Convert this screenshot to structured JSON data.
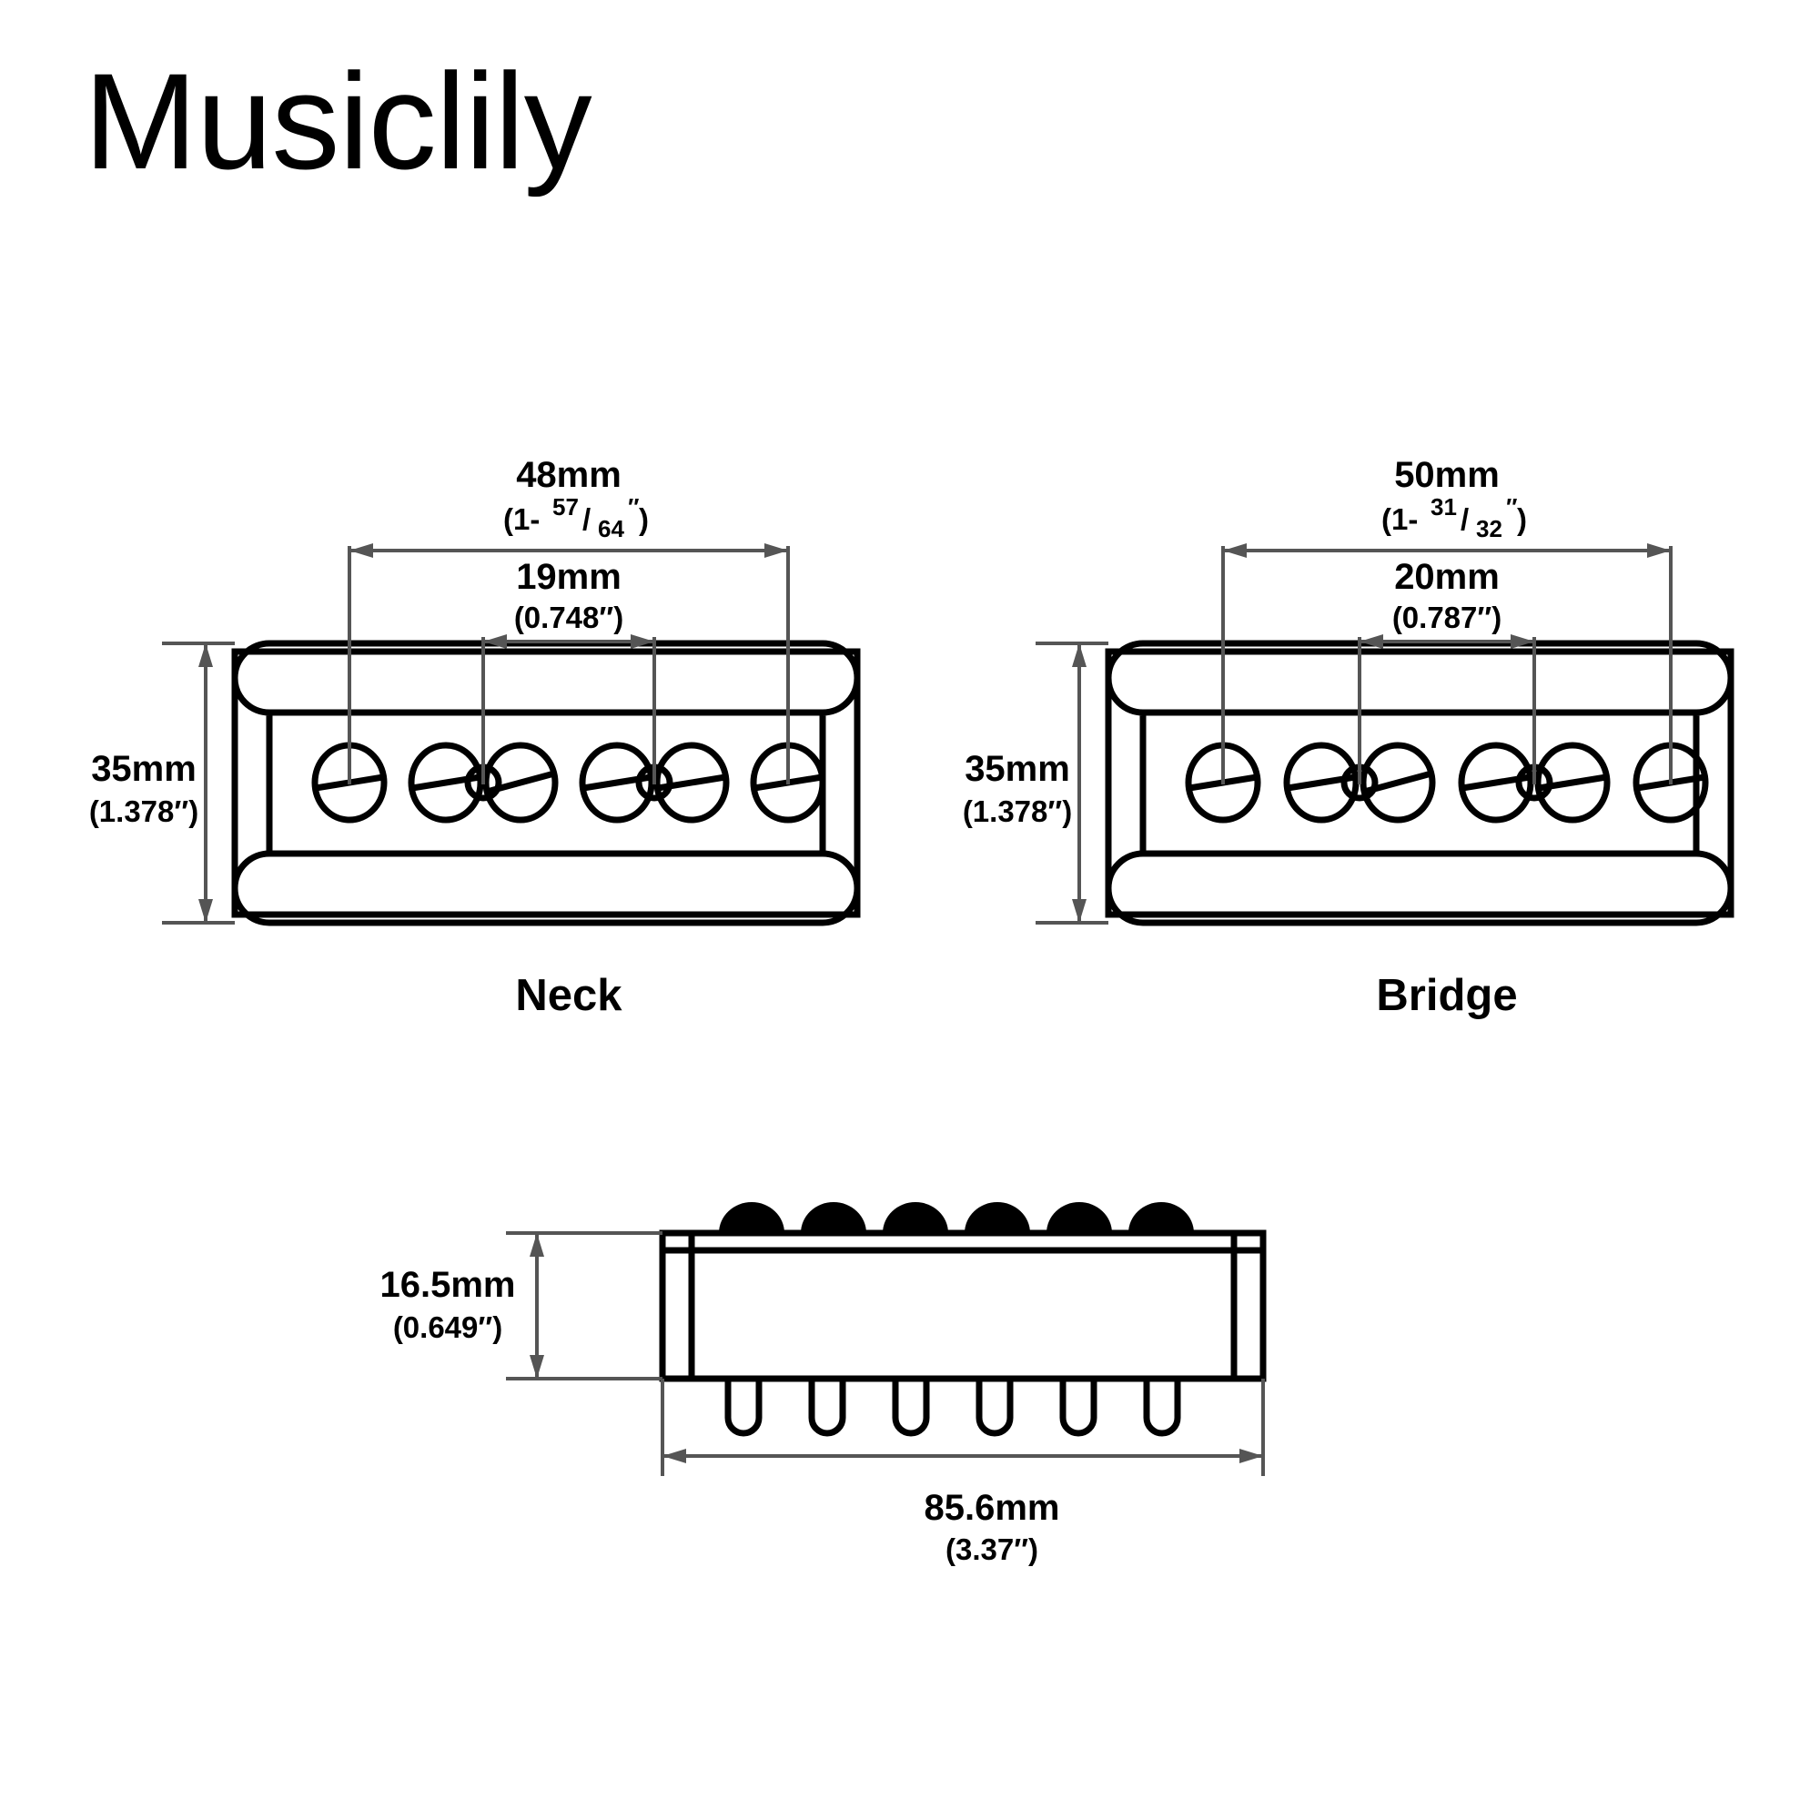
{
  "brand": {
    "name": "Musiclily"
  },
  "diagram": {
    "title": "Musiclily",
    "line_color": "#000000",
    "dim_line_color": "#555555",
    "background": "#ffffff",
    "views": [
      {
        "id": "neck",
        "caption": "Neck",
        "dimensions": {
          "outer_spacing": {
            "mm": "48mm",
            "inch_whole": "(1-",
            "inch_num": "57",
            "inch_slash": "/",
            "inch_den": "64",
            "inch_mark": "″",
            "inch_close": ")",
            "inch_full": "(1-57/64″)"
          },
          "inner_spacing": {
            "mm": "19mm",
            "inch": "(0.748″)"
          },
          "height": {
            "mm": "35mm",
            "inch": "(1.378″)"
          }
        }
      },
      {
        "id": "bridge",
        "caption": "Bridge",
        "dimensions": {
          "outer_spacing": {
            "mm": "50mm",
            "inch_whole": "(1-",
            "inch_num": "31",
            "inch_slash": "/",
            "inch_den": "32",
            "inch_mark": "″",
            "inch_close": ")",
            "inch_full": "(1-31/32″)"
          },
          "inner_spacing": {
            "mm": "20mm",
            "inch": "(0.787″)"
          },
          "height": {
            "mm": "35mm",
            "inch": "(1.378″)"
          }
        }
      },
      {
        "id": "side",
        "caption": "",
        "dimensions": {
          "thickness": {
            "mm": "16.5mm",
            "inch": "(0.649″)"
          },
          "length": {
            "mm": "85.6mm",
            "inch": "(3.37″)"
          }
        }
      }
    ]
  }
}
